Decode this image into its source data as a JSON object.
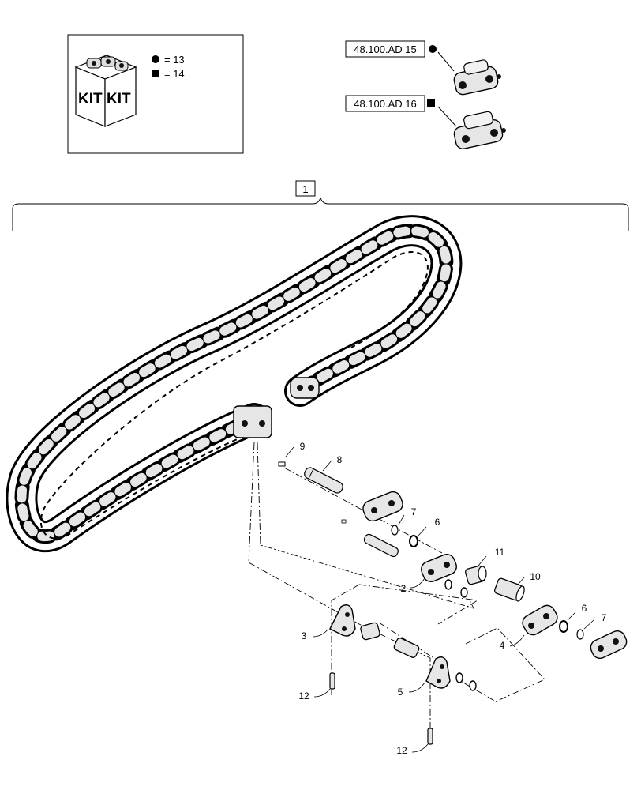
{
  "kit_legend": {
    "kit_label_left": "KIT",
    "kit_label_right": "KIT",
    "circle_entry": "= 13",
    "square_entry": "= 14"
  },
  "references": {
    "circle_ref": "48.100.AD 15",
    "square_ref": "48.100.AD 16"
  },
  "assembly_label": "1",
  "callouts": {
    "c2": "2",
    "c3": "3",
    "c4": "4",
    "c5": "5",
    "c6a": "6",
    "c6b": "6",
    "c7a": "7",
    "c7b": "7",
    "c8": "8",
    "c9": "9",
    "c10": "10",
    "c11": "11",
    "c12a": "12",
    "c12b": "12"
  },
  "colors": {
    "line": "#000000",
    "part_fill": "#e6e6e6",
    "dark": "#1a1a1a"
  }
}
